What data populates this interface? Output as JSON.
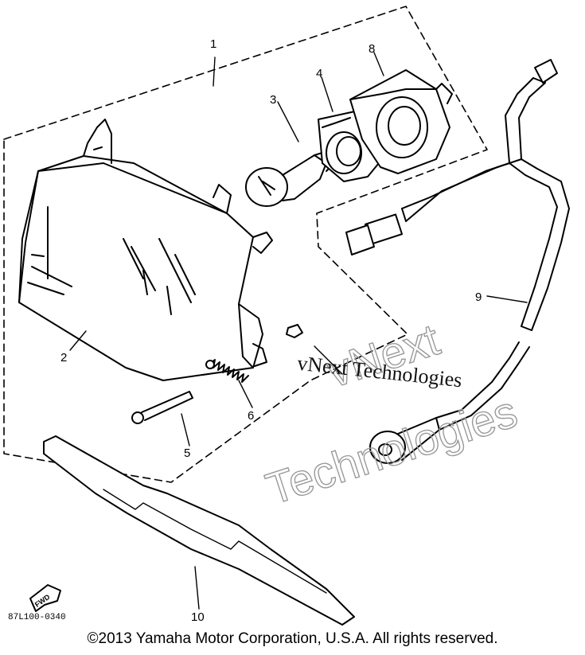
{
  "diagram": {
    "callouts": [
      "1",
      "2",
      "3",
      "4",
      "5",
      "6",
      "8",
      "9",
      "10"
    ],
    "reference_code": "87L100-0340",
    "fwd_label": "FWD"
  },
  "watermark": {
    "line_a": "vNext Technologies",
    "line_b1": "vNext",
    "line_b2": "Technologies"
  },
  "footer": {
    "copyright": "©2013 Yamaha Motor Corporation, U.S.A. All rights reserved."
  }
}
